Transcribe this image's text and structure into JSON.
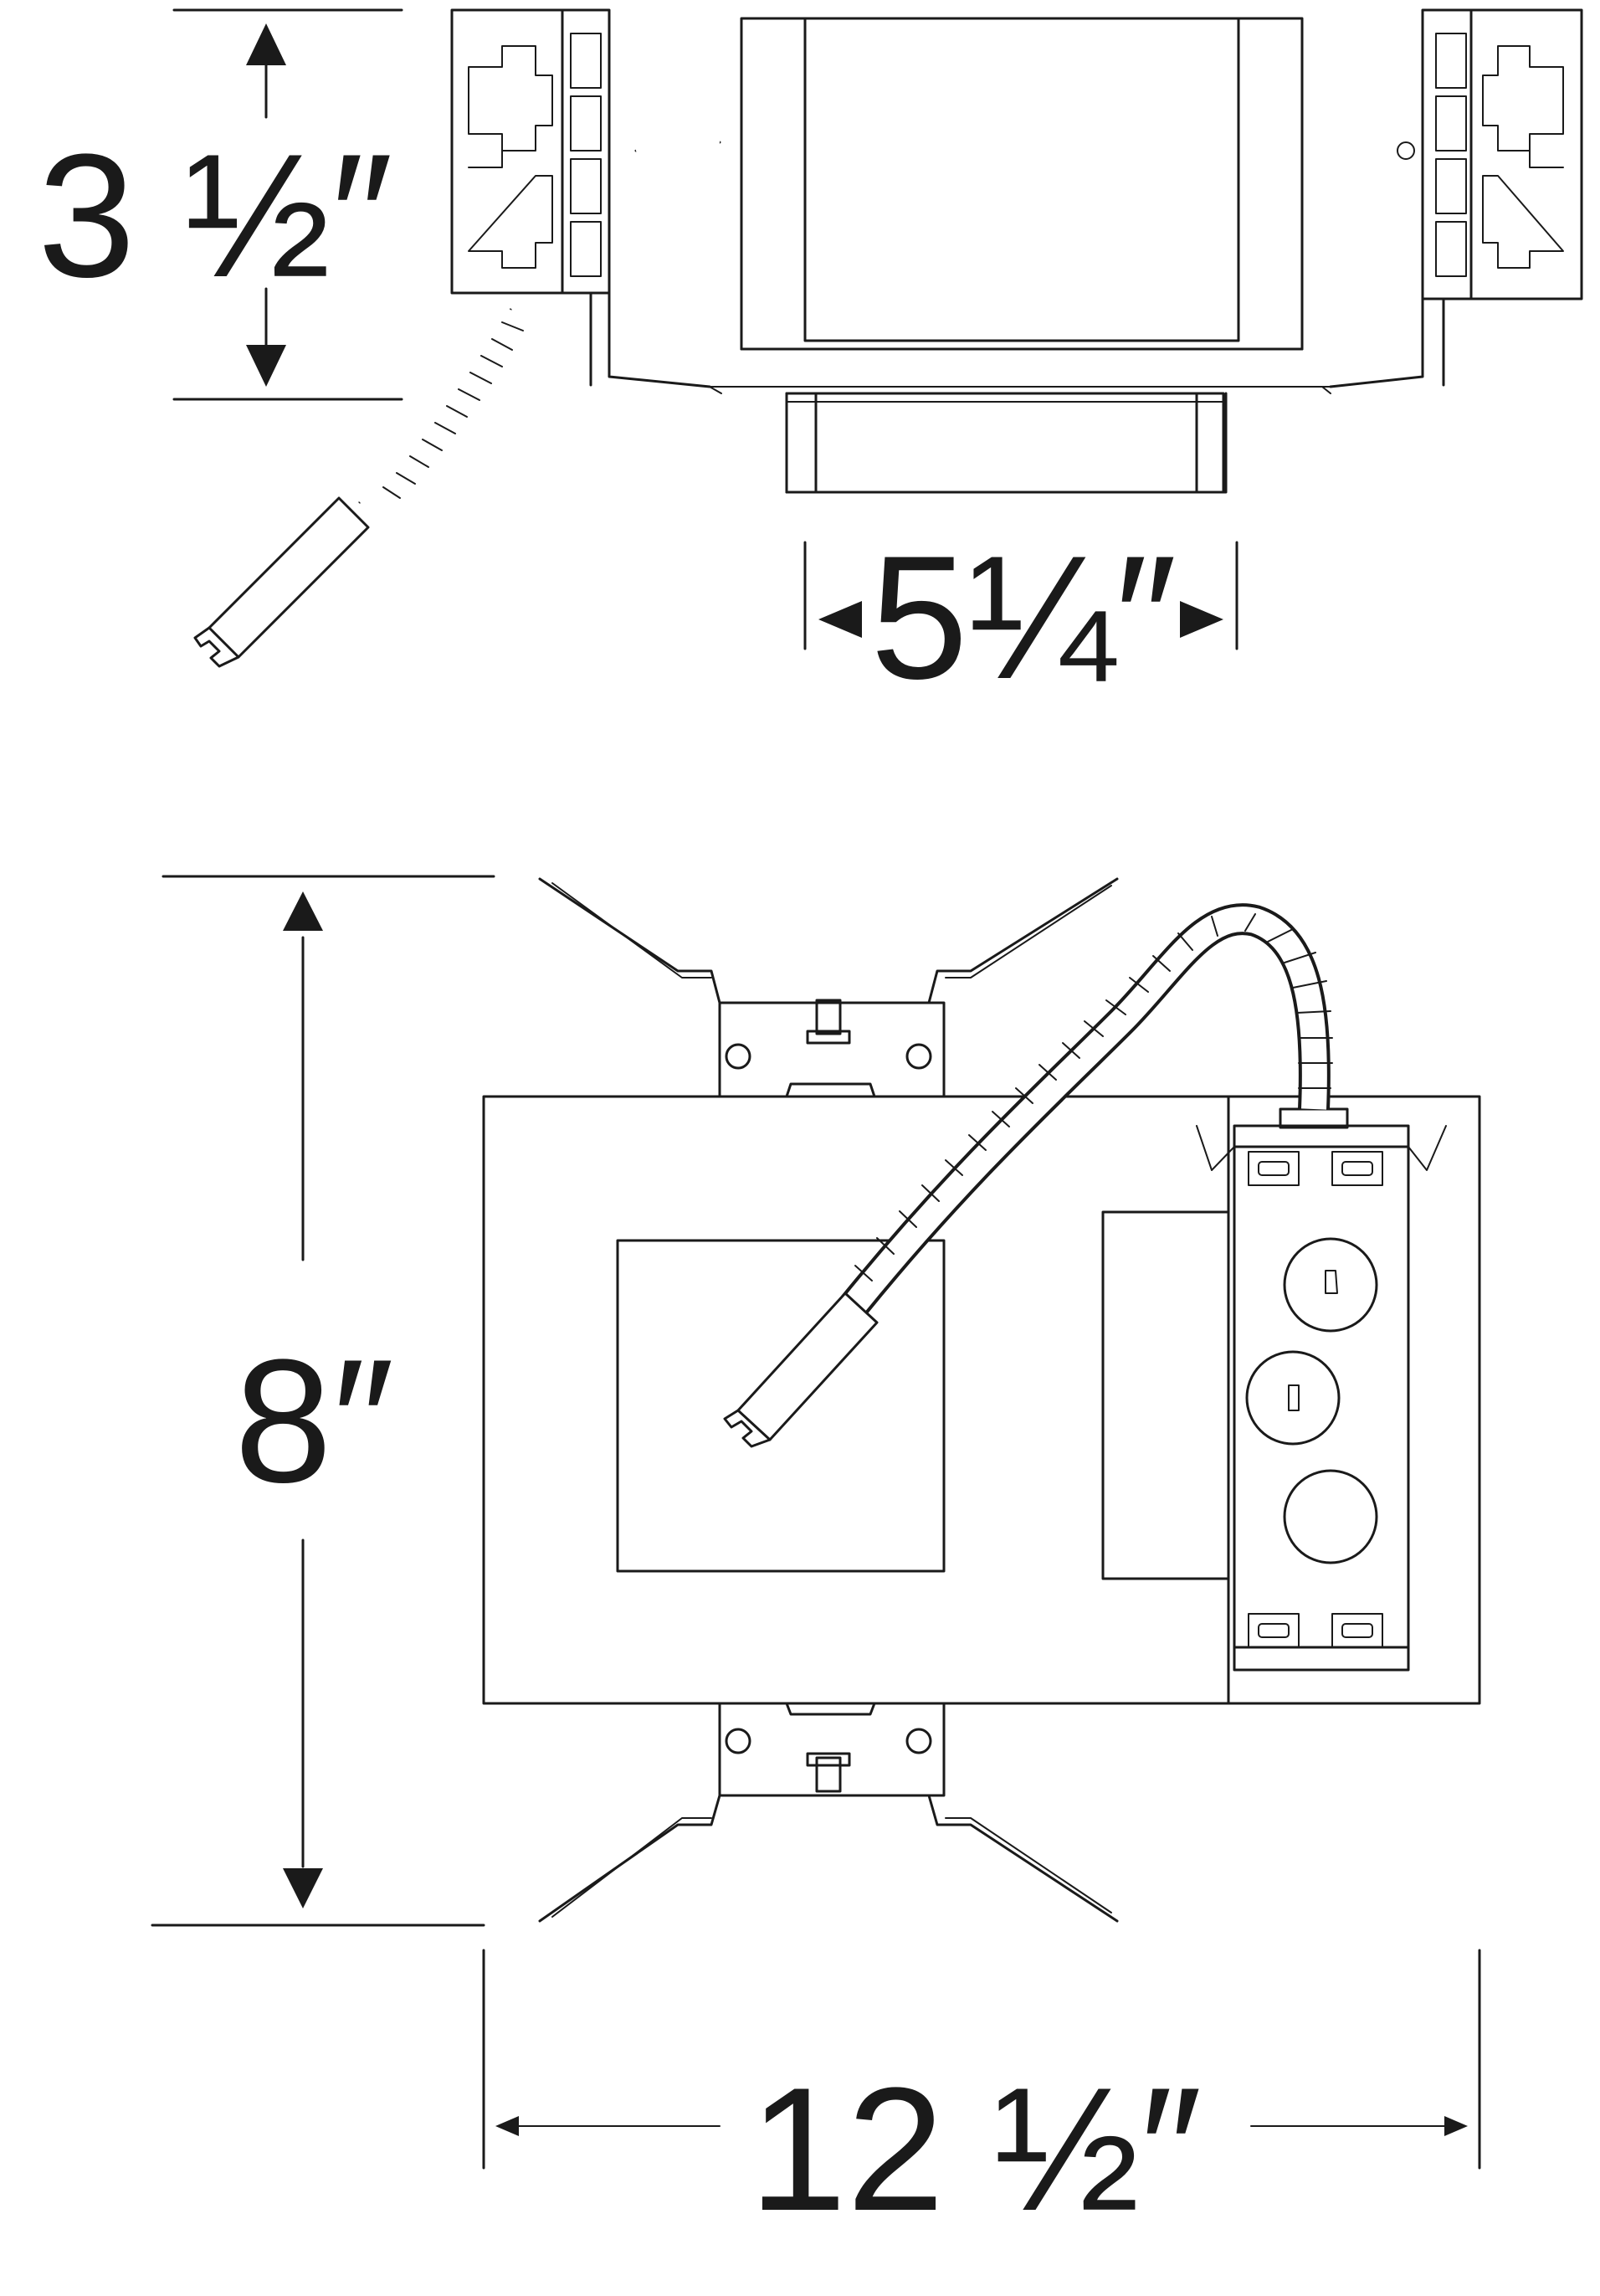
{
  "side_view": {
    "height_label": "3 ½″",
    "width_label": "5¼″"
  },
  "top_view": {
    "height_label": "8″",
    "width_label": "12 ½″"
  },
  "colors": {
    "line": "#1a1a1a",
    "background": "#ffffff"
  }
}
